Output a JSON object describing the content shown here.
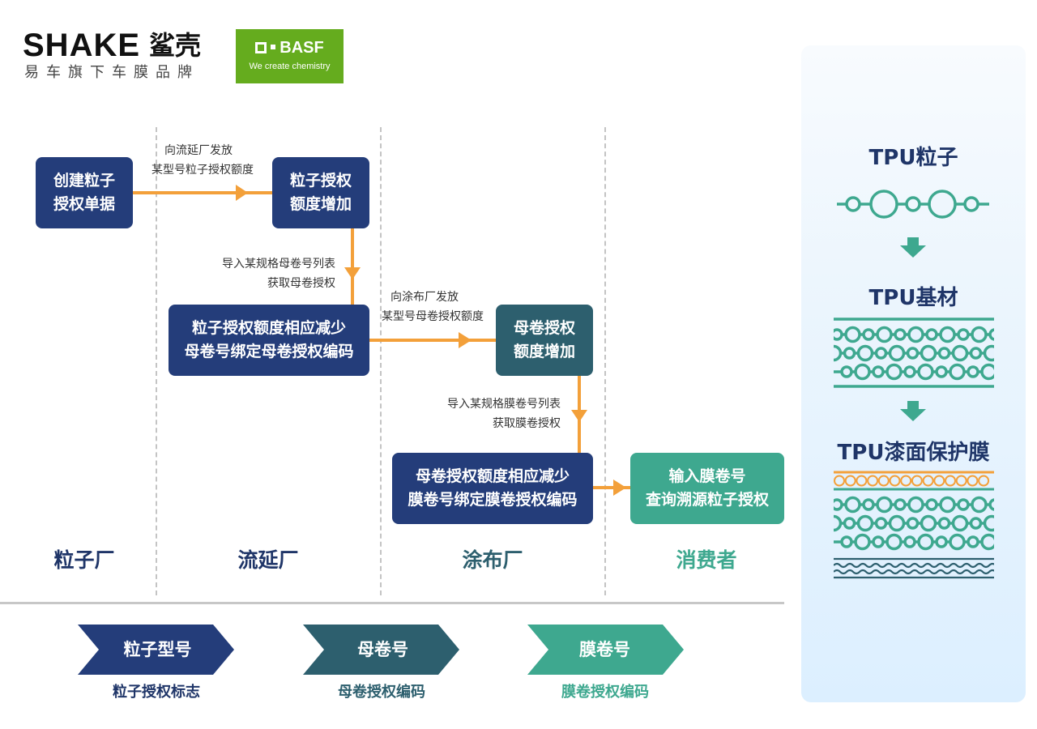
{
  "header": {
    "brand_word": "SHAKE",
    "brand_cn": "鲨壳",
    "brand_sub": "易车旗下车膜品牌",
    "partner_name": "BASF",
    "partner_tagline": "We create chemistry"
  },
  "colors": {
    "navy": "#243d7a",
    "teal": "#2d5f6e",
    "green": "#3ea88f",
    "orange": "#f3a03a",
    "basf_green": "#65ac1e",
    "panel_bg": "#dcefff"
  },
  "flow": {
    "boxes": {
      "create_ticket": [
        "创建粒子",
        "授权单据"
      ],
      "particle_quota_up": [
        "粒子授权",
        "额度增加"
      ],
      "particle_quota_down": [
        "粒子授权额度相应减少",
        "母卷号绑定母卷授权编码"
      ],
      "master_quota_up": [
        "母卷授权",
        "额度增加"
      ],
      "master_quota_down": [
        "母卷授权额度相应减少",
        "膜卷号绑定膜卷授权编码"
      ],
      "consumer_query": [
        "输入膜卷号",
        "查询溯源粒子授权"
      ]
    },
    "notes": {
      "to_casting": [
        "向流延厂发放",
        "某型号粒子授权额度"
      ],
      "import_master": [
        "导入某规格母卷号列表",
        "获取母卷授权"
      ],
      "to_coating": [
        "向涂布厂发放",
        "某型号母卷授权额度"
      ],
      "import_film": [
        "导入某规格膜卷号列表",
        "获取膜卷授权"
      ]
    },
    "columns": [
      "粒子厂",
      "流延厂",
      "涂布厂",
      "消费者"
    ]
  },
  "codes": [
    {
      "label": "粒子型号",
      "sub": "粒子授权标志"
    },
    {
      "label": "母卷号",
      "sub": "母卷授权编码"
    },
    {
      "label": "膜卷号",
      "sub": "膜卷授权编码"
    }
  ],
  "panel": {
    "stages": [
      "TPU粒子",
      "TPU基材",
      "TPU漆面保护膜"
    ]
  }
}
